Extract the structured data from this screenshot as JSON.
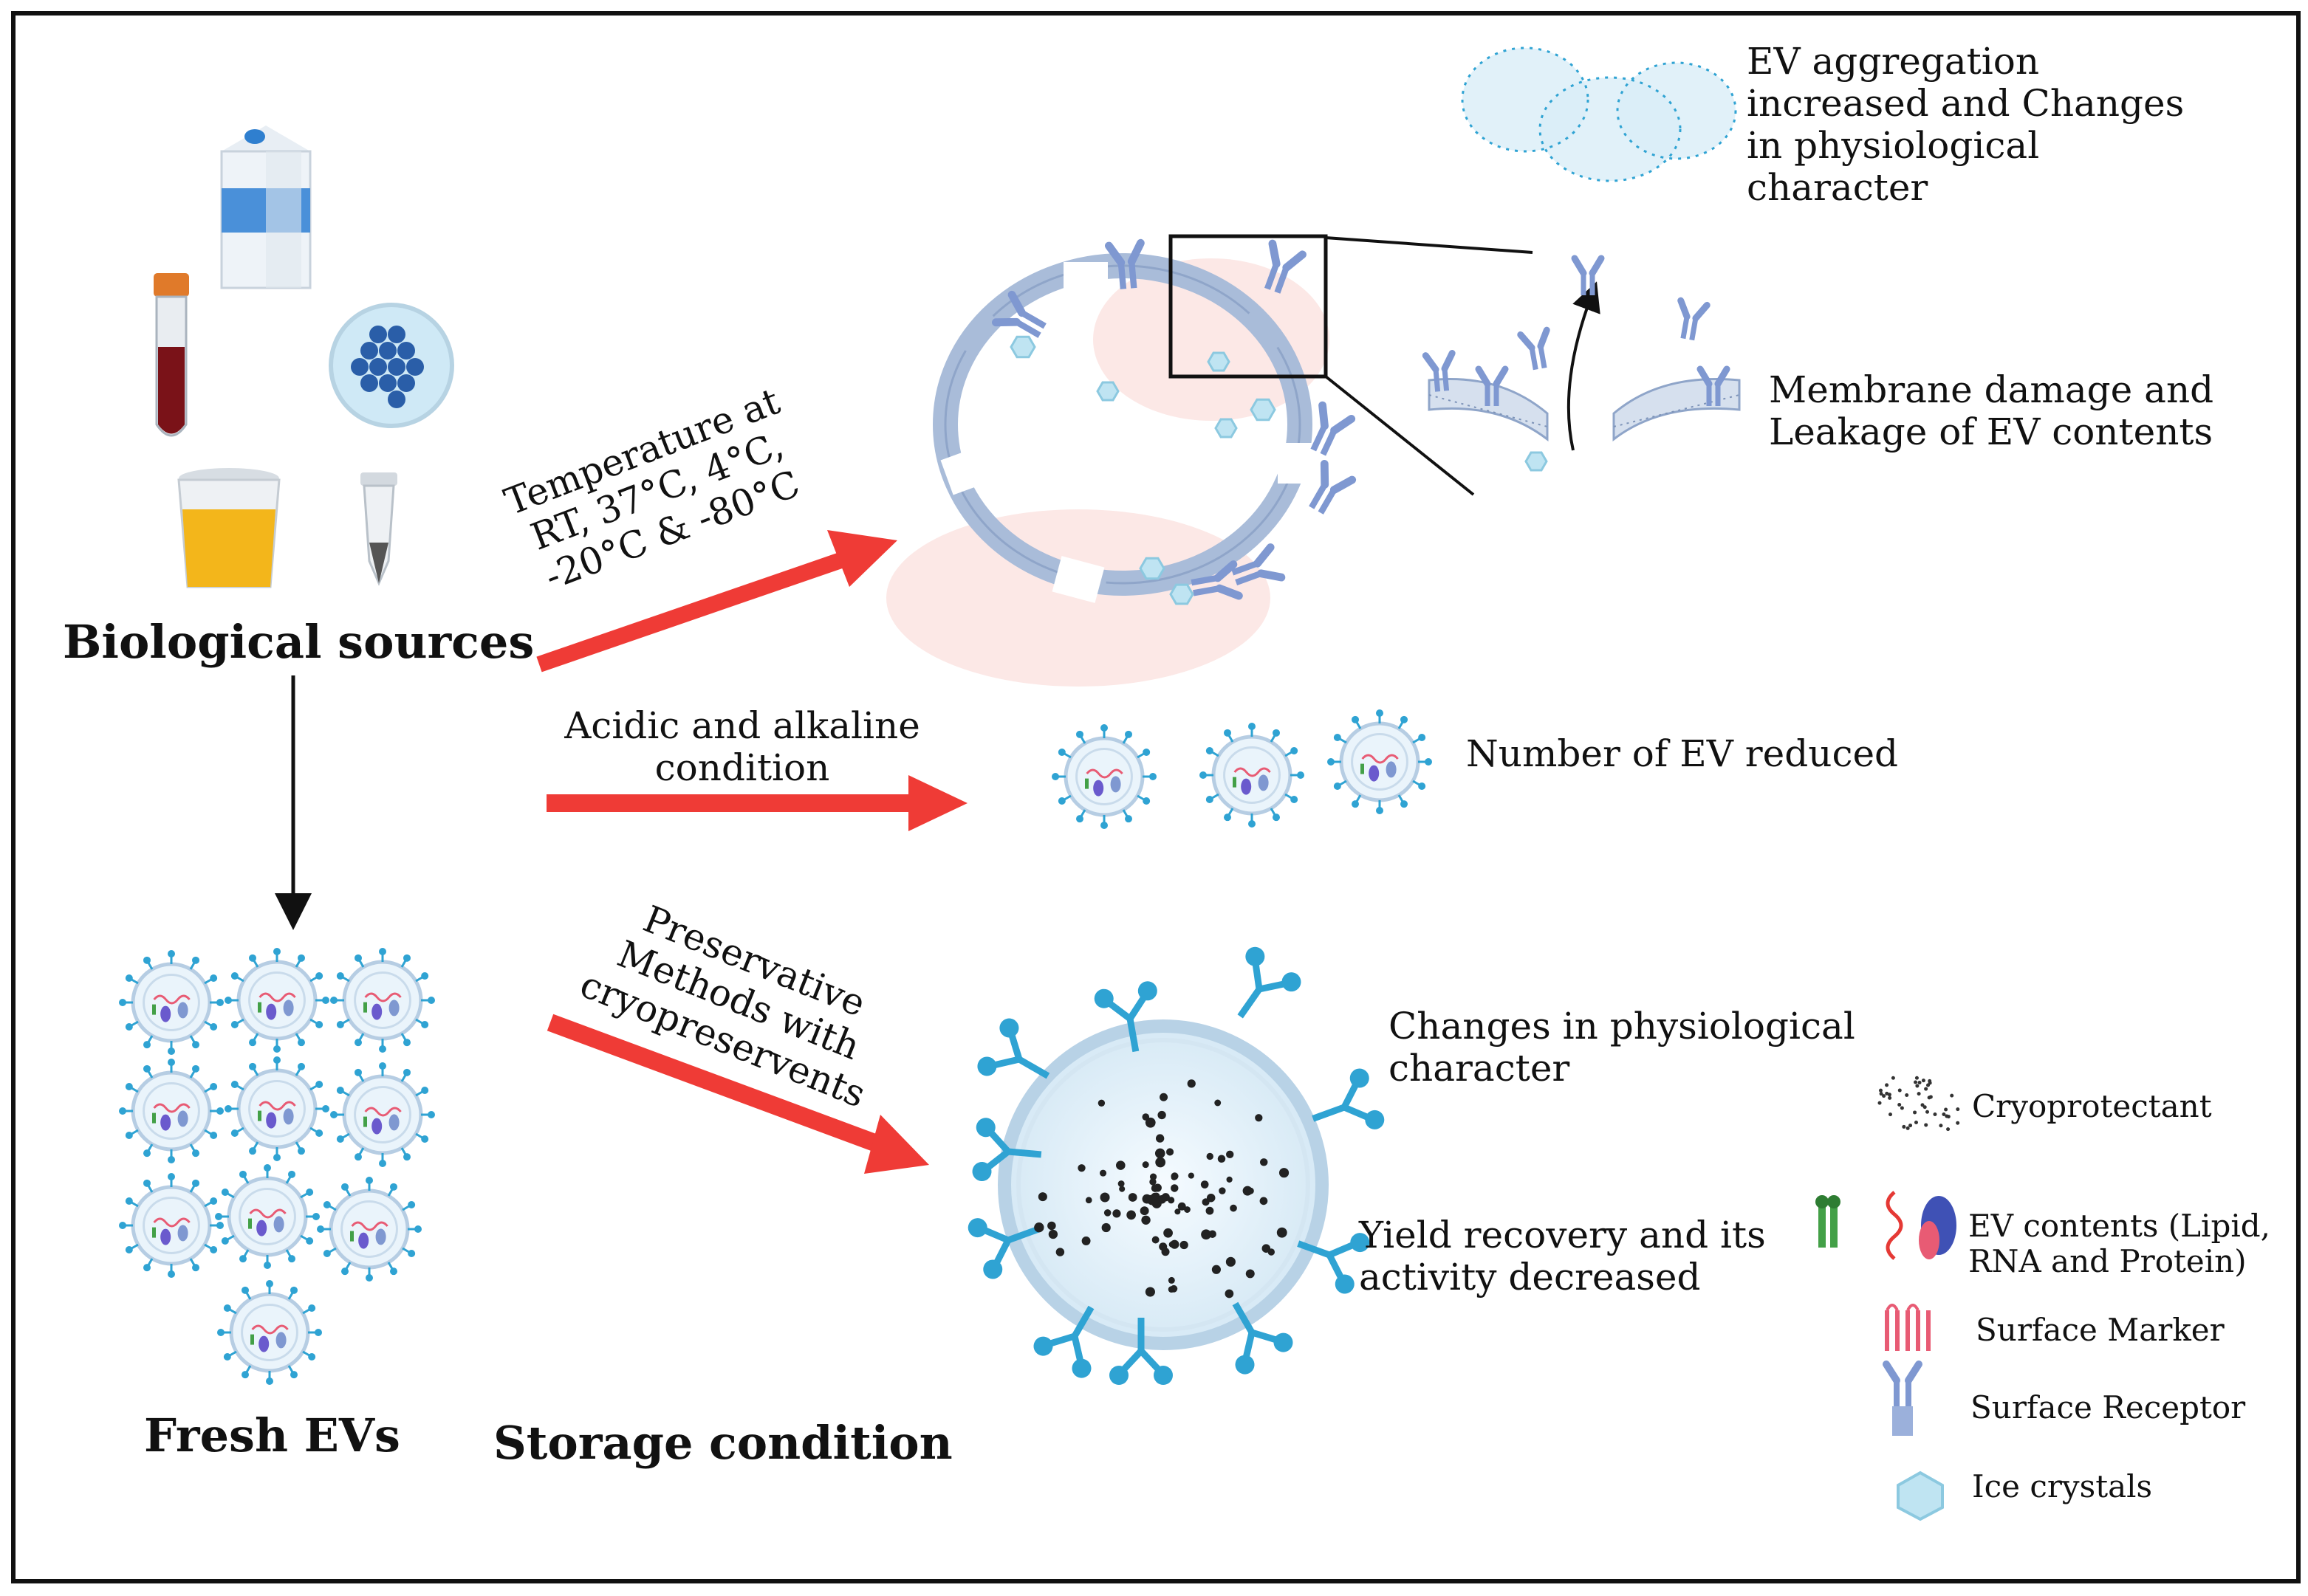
{
  "labels": {
    "biological_sources": "Biological sources",
    "fresh_evs": "Fresh EVs",
    "storage_condition": "Storage condition",
    "temperature": [
      "Temperature at",
      "RT, 37°C, 4°C,",
      "-20°C & -80°C"
    ],
    "acidic": [
      "Acidic and alkaline",
      "condition"
    ],
    "preservative": [
      "Preservative",
      "Methods with",
      "cryopreservents"
    ],
    "aggregation": [
      "EV aggregation",
      "increased and Changes",
      "in physiological",
      "character"
    ],
    "membrane": [
      "Membrane damage and",
      "Leakage of  EV contents"
    ],
    "number_reduced": "Number of EV reduced",
    "changes_physio": [
      "Changes in physiological",
      "character"
    ],
    "yield": [
      "Yield recovery and its",
      "activity decreased"
    ]
  },
  "legend": [
    {
      "label": "Cryoprotectant",
      "icon": "cryoprotectant-dots-icon"
    },
    {
      "label": "EV contents (Lipid,\nRNA and Protein)",
      "icon": "ev-contents-icon"
    },
    {
      "label": "Surface Marker",
      "icon": "surface-marker-icon"
    },
    {
      "label": "Surface Receptor",
      "icon": "surface-receptor-icon"
    },
    {
      "label": "Ice crystals",
      "icon": "ice-crystal-icon"
    }
  ],
  "colors": {
    "arrow": "#ef3b36",
    "membrane": "#a9bcd9",
    "ev_blue": "#2fa3d3",
    "receptor": "#7f98d1",
    "marker": "#e85b74",
    "lipid": "#43a047",
    "ice": "#bfe4f2"
  }
}
